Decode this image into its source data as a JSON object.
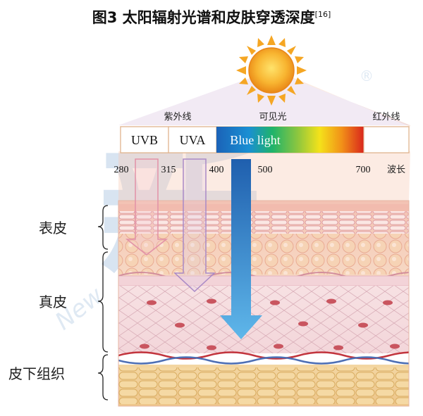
{
  "title": {
    "main": "图3 太阳辐射光谱和皮肤穿透深度",
    "citation": "[16]"
  },
  "spectrum": {
    "regions": {
      "uv": "紫外线",
      "visible": "可见光",
      "infrared": "红外线"
    },
    "bands": [
      {
        "label": "UVB"
      },
      {
        "label": "UVA"
      },
      {
        "label": "Blue light"
      }
    ],
    "ticks": [
      "280",
      "315",
      "400",
      "500",
      "700"
    ],
    "axis_unit": "波长"
  },
  "layers": [
    {
      "label": "表皮"
    },
    {
      "label": "真皮"
    },
    {
      "label": "皮下组织"
    }
  ],
  "watermark": {
    "text": "新",
    "subtext": "New",
    "mark": "®"
  },
  "colors": {
    "sun": "#f5a623",
    "uvb_arrow": "#e7a6b7",
    "uva_arrow": "#b8a0cc",
    "blue_light": "#2f78c4",
    "epidermis": "#f6cdb8",
    "dermis": "#f5dde0",
    "subcutis": "#f0c98f"
  }
}
